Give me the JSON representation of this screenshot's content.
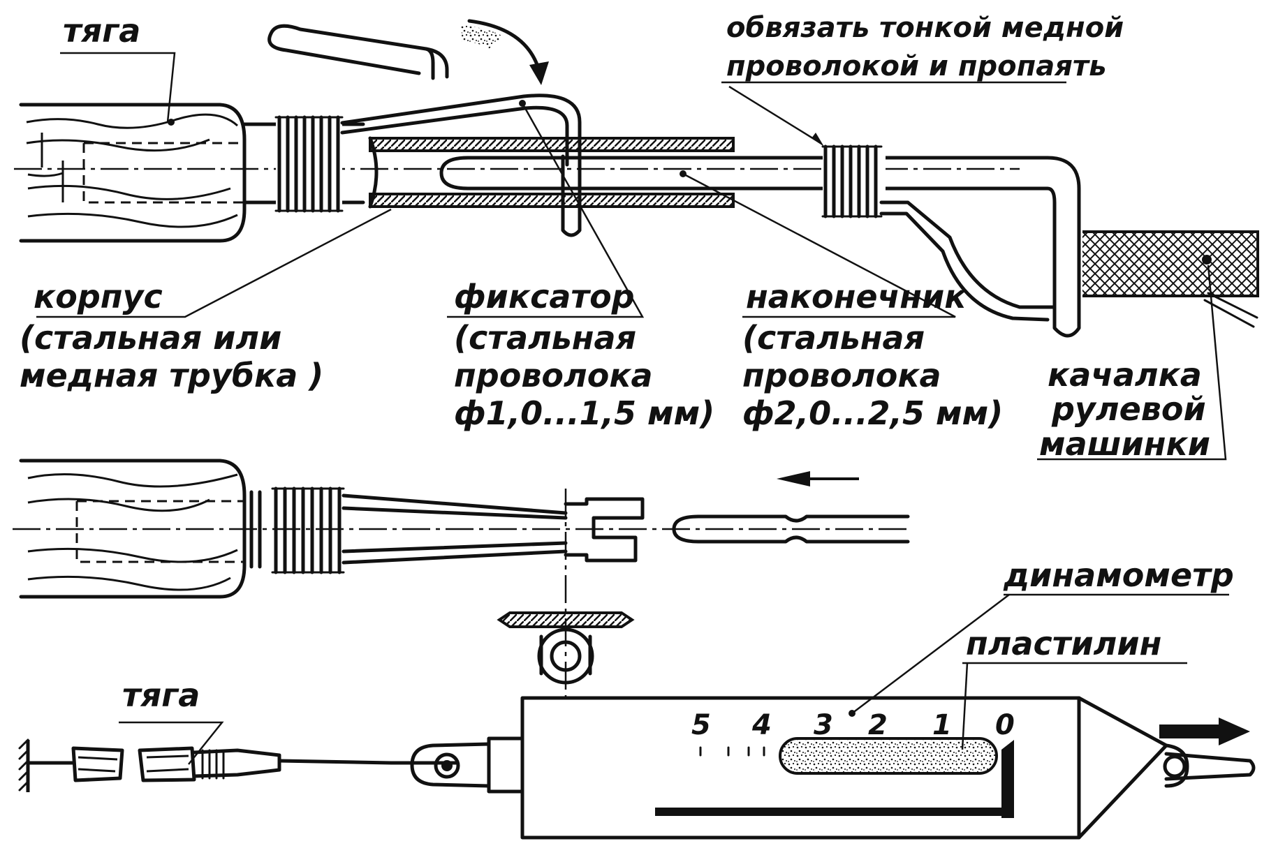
{
  "labels": {
    "tyaga_top": "тяга",
    "instr_line1": "обвязать тонкой медной",
    "instr_line2": "проволокой и пропаять",
    "korpus": "корпус",
    "korpus_d1": "(стальная или",
    "korpus_d2": "медная трубка )",
    "fiksator": "фиксатор",
    "fiksator_d1": "(стальная",
    "fiksator_d2": "проволока",
    "fiksator_d3": "ф1,0...1,5 мм)",
    "nakonechnik": "наконечник",
    "nakonechnik_d1": "(стальная",
    "nakonechnik_d2": "проволока",
    "nakonechnik_d3": "ф2,0...2,5 мм)",
    "kachalka1": "качалка",
    "kachalka2": "рулевой",
    "kachalka3": "машинки",
    "dinamometr": "динамометр",
    "plastilin": "пластилин",
    "tyaga_bottom": "тяга"
  },
  "scale": [
    "5",
    "4",
    "3",
    "2",
    "1",
    "0"
  ]
}
